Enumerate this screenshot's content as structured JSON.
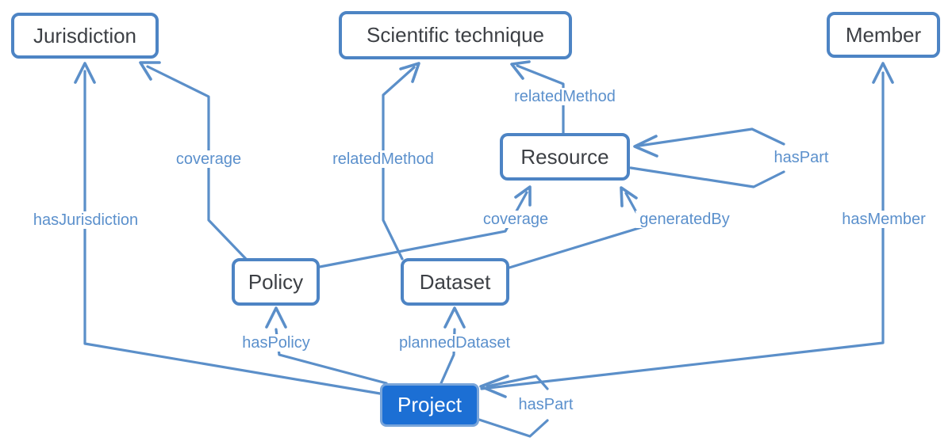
{
  "colors": {
    "line": "#5b8fc9",
    "node_border": "#4d84c4",
    "node_text": "#3d4045",
    "edge_label_text": "#5b90cc",
    "project_fill": "#1c6fd4",
    "project_border": "#79a5da",
    "project_text": "#ffffff"
  },
  "nodes": {
    "jurisdiction": {
      "label": "Jurisdiction"
    },
    "scientific_technique": {
      "label": "Scientific technique"
    },
    "member": {
      "label": "Member"
    },
    "resource": {
      "label": "Resource"
    },
    "policy": {
      "label": "Policy"
    },
    "dataset": {
      "label": "Dataset"
    },
    "project": {
      "label": "Project"
    }
  },
  "edges": {
    "hasJurisdiction": {
      "label": "hasJurisdiction",
      "from": "Project",
      "to": "Jurisdiction"
    },
    "coverage_jurisdiction": {
      "label": "coverage",
      "from": "Policy",
      "to": "Jurisdiction"
    },
    "relatedMethod_dataset": {
      "label": "relatedMethod",
      "from": "Dataset",
      "to": "Scientific technique"
    },
    "relatedMethod_resource": {
      "label": "relatedMethod",
      "from": "Resource",
      "to": "Scientific technique"
    },
    "coverage_resource": {
      "label": "coverage",
      "from": "Policy",
      "to": "Resource"
    },
    "generatedBy": {
      "label": "generatedBy",
      "from": "Dataset",
      "to": "Resource"
    },
    "hasMember": {
      "label": "hasMember",
      "from": "Project",
      "to": "Member"
    },
    "hasPolicy": {
      "label": "hasPolicy",
      "from": "Project",
      "to": "Policy"
    },
    "plannedDataset": {
      "label": "plannedDataset",
      "from": "Project",
      "to": "Dataset"
    },
    "hasPart_resource": {
      "label": "hasPart",
      "from": "Resource",
      "to": "Resource"
    },
    "hasPart_project": {
      "label": "hasPart",
      "from": "Project",
      "to": "Project"
    }
  }
}
